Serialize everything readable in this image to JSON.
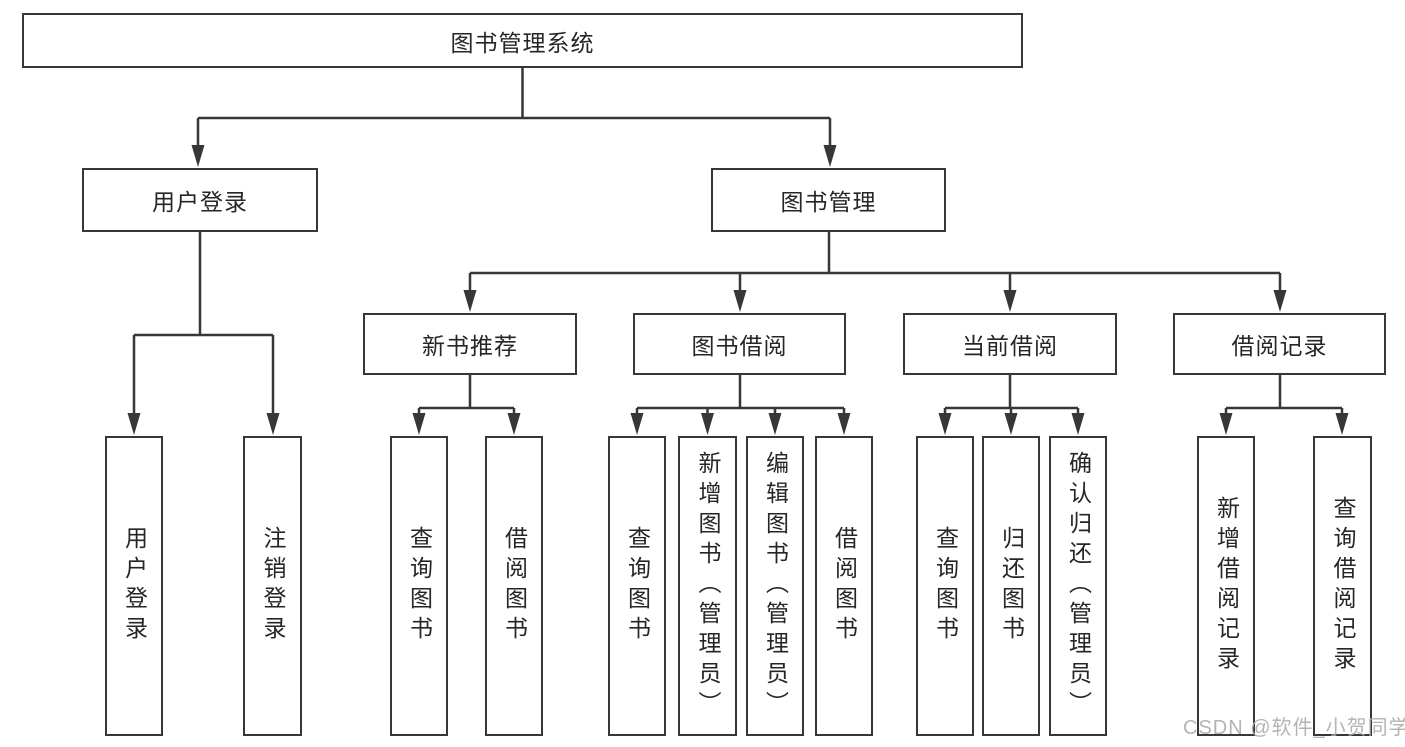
{
  "tree": {
    "label": "图书管理系统",
    "children": [
      {
        "label": "用户登录",
        "children": [
          {
            "label": "用户登录"
          },
          {
            "label": "注销登录"
          }
        ]
      },
      {
        "label": "图书管理",
        "children": [
          {
            "label": "新书推荐",
            "children": [
              {
                "label": "查询图书"
              },
              {
                "label": "借阅图书"
              }
            ]
          },
          {
            "label": "图书借阅",
            "children": [
              {
                "label": "查询图书"
              },
              {
                "label": "新增图书（管理员）"
              },
              {
                "label": "编辑图书（管理员）"
              },
              {
                "label": "借阅图书"
              }
            ]
          },
          {
            "label": "当前借阅",
            "children": [
              {
                "label": "查询图书"
              },
              {
                "label": "归还图书"
              },
              {
                "label": "确认归还（管理员）"
              }
            ]
          },
          {
            "label": "借阅记录",
            "children": [
              {
                "label": "新增借阅记录"
              },
              {
                "label": "查询借阅记录"
              }
            ]
          }
        ]
      }
    ]
  },
  "watermark": {
    "text": "CSDN @软件_小贺同学"
  },
  "colors": {
    "line": "#373737",
    "box_border": "#373737",
    "text": "#262626",
    "watermark": "#acacac",
    "background": "#ffffff"
  }
}
